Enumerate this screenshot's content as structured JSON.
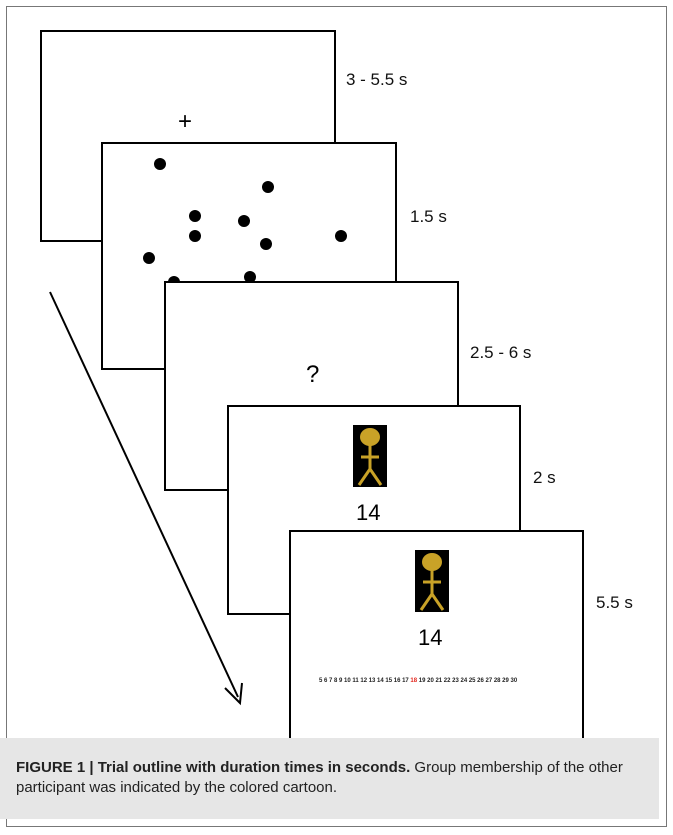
{
  "durations": {
    "fixation": "3 - 5.5 s",
    "dots": "1.5 s",
    "question": "2.5 - 6 s",
    "cartoon": "2 s",
    "rating": "5.5 s"
  },
  "symbols": {
    "fixation": "+",
    "question": "?"
  },
  "cartoon": {
    "number": "14",
    "number_rating": "14",
    "color": "#c9a227"
  },
  "rating_scale": {
    "before": "5 6 7 8 9 10 11 12 13 14 15 16 17 ",
    "highlight": "18",
    "after": " 19 20 21 22 23 24 25 26 27 28 29 30",
    "highlight_color": "#e2231a"
  },
  "caption": {
    "label": "FIGURE 1 | Trial outline with duration times in seconds.",
    "text": " Group membership of the other participant was indicated by the colored cartoon."
  }
}
